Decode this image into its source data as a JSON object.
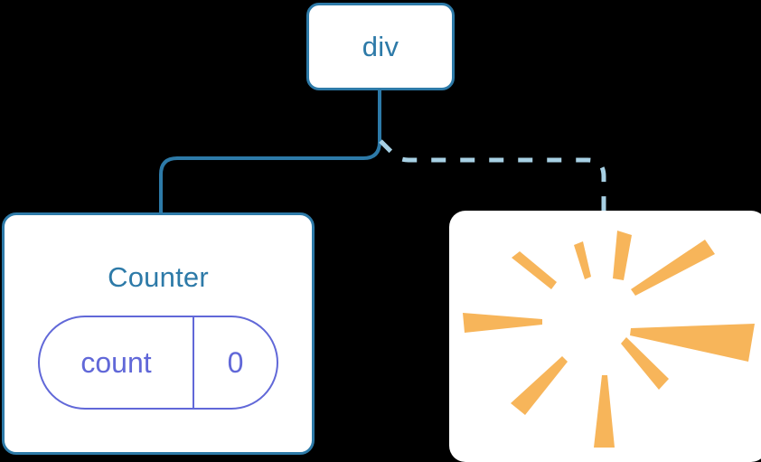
{
  "diagram": {
    "type": "component-tree",
    "background_color": "#000000",
    "nodes": [
      {
        "id": "div",
        "label": "div",
        "kind": "element-node",
        "border_color": "#2d7aa8",
        "text_color": "#2d7aa8",
        "fill": "#ffffff"
      },
      {
        "id": "counter",
        "label": "Counter",
        "kind": "component-node",
        "border_color": "#2d7aa8",
        "text_color": "#2d7aa8",
        "fill": "#ffffff",
        "state": {
          "key": "count",
          "value": "0",
          "color": "#6168d8"
        }
      },
      {
        "id": "burst",
        "label": "",
        "kind": "highlight-node",
        "fill": "#ffffff",
        "icon": "sparkle-burst-icon",
        "icon_color": "#f7b55a",
        "ray_count": 10
      }
    ],
    "connectors": [
      {
        "id": "div-to-counter",
        "from": "div",
        "to": "counter",
        "style": "solid",
        "color": "#2d7aa8"
      },
      {
        "id": "div-to-burst",
        "from": "div",
        "to": "burst",
        "style": "dashed",
        "color": "#a7d0e4"
      }
    ]
  }
}
